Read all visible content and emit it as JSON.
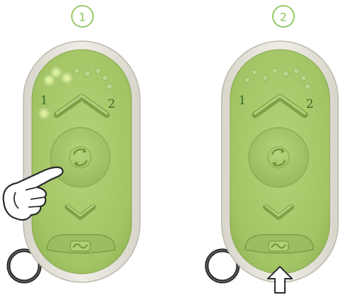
{
  "steps": [
    {
      "number": "1",
      "lit_leds": 4,
      "pointer": "hand-on-center-button"
    },
    {
      "number": "2",
      "lit_leds": 0,
      "pointer": "arrow-at-bottom-button"
    }
  ],
  "labels": {
    "left": "1",
    "right": "2"
  },
  "icons": {
    "center_button": "cycle-arrows-icon",
    "bottom_button": "wave-icon",
    "up_button": "chevron-up-icon",
    "down_button": "chevron-down-icon"
  },
  "colors": {
    "body": "#a6c768",
    "shell": "#e5e2d9",
    "led_lit": "#d7f08a",
    "led_off": "#bcd98f",
    "step_circle": "#8dc45a"
  }
}
